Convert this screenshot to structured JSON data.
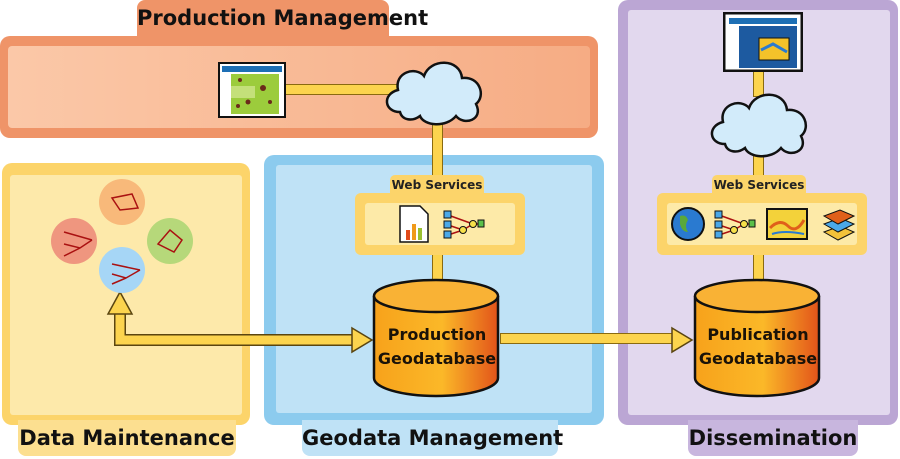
{
  "diagram": {
    "sections": {
      "production_management": {
        "title": "Production Management",
        "color": "#ef9468"
      },
      "data_maintenance": {
        "title": "Data Maintenance",
        "color": "#fcd46a"
      },
      "geodata_management": {
        "title": "Geodata Management",
        "color": "#8ccbee"
      },
      "dissemination": {
        "title": "Dissemination",
        "color": "#bba6d4"
      }
    },
    "web_services": {
      "geodata": {
        "label": "Web Services",
        "icons": [
          "report-chart-icon",
          "network-graph-icon"
        ]
      },
      "dissemination": {
        "label": "Web Services",
        "icons": [
          "globe-icon",
          "network-graph-icon",
          "map-icon",
          "layers-icon"
        ]
      }
    },
    "databases": {
      "production": {
        "line1": "Production",
        "line2": "Geodatabase"
      },
      "publication": {
        "line1": "Publication",
        "line2": "Geodatabase"
      }
    },
    "accent_colors": {
      "pipe": "#fcd44e",
      "cylinder": "#f7a21b",
      "cloud": "#cfe9f8"
    }
  }
}
